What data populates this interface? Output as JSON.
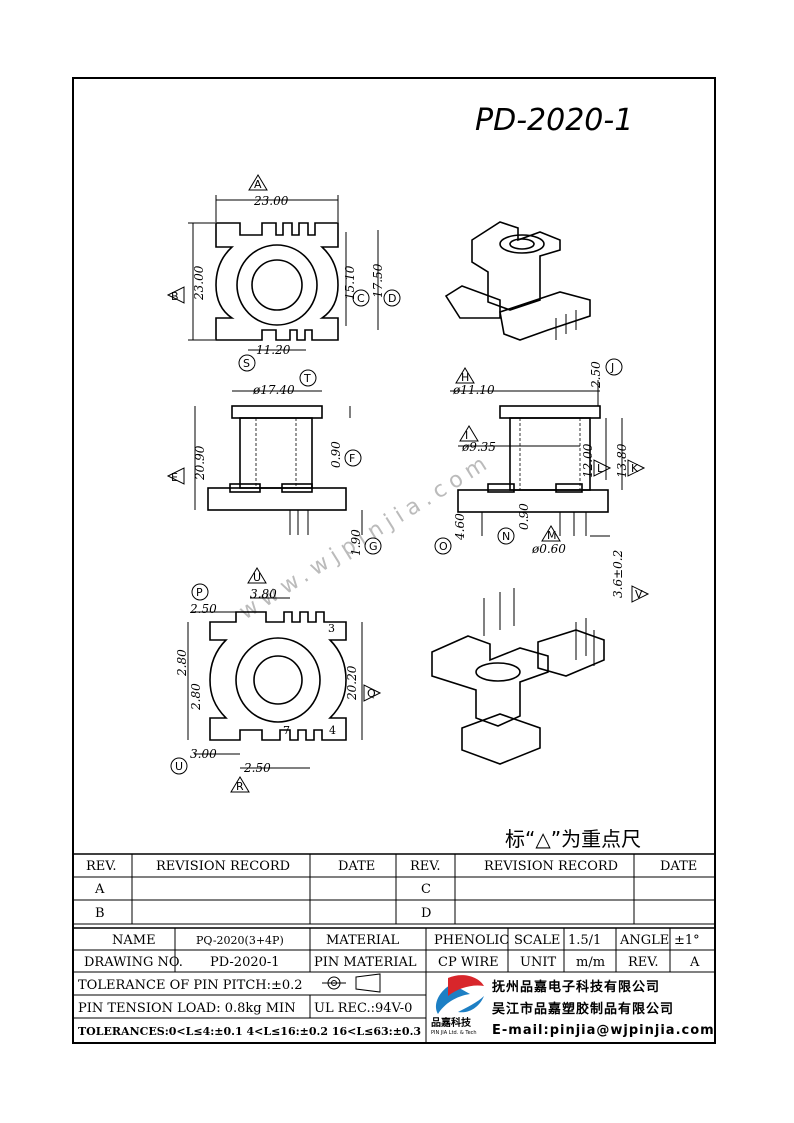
{
  "drawing": {
    "part_number": "PD-2020-1",
    "key_dimension_note": "标“△”为重点尺",
    "watermark": "www.wjpinjia.com",
    "pin_numbers": {
      "top_pin": "3",
      "bottom_left_pin": "7",
      "bottom_right_pin": "4"
    },
    "letter_tags": [
      "A",
      "B",
      "C",
      "D",
      "E",
      "F",
      "G",
      "H",
      "I",
      "J",
      "K",
      "L",
      "M",
      "N",
      "O",
      "P",
      "Q",
      "R",
      "S",
      "T",
      "U",
      "V"
    ],
    "dimensions": {
      "a_width": "23.00",
      "b_height": "23.00",
      "c_inner": "15.10",
      "d_outer": "17.50",
      "s_slot": "11.20",
      "t_flange": "ø17.40",
      "e_height": "20.90",
      "f_thickness": "0.90",
      "g_pin": "1.90",
      "h_bore": "ø11.10",
      "i_inner_bore": "ø9.35",
      "j_top": "2.50",
      "l_height": "12.00",
      "k_height": "13.80",
      "o_base": "4.60",
      "n_wall": "0.90",
      "m_pin_dia": "ø0.60",
      "v_pin_len": "3.6±0.2",
      "u_top": "3.80",
      "p_edge": "2.50",
      "pitch_upper": "2.80",
      "pitch_lower": "2.80",
      "q_span": "20.20",
      "u_bottom": "3.00",
      "r_pitch": "2.50"
    }
  },
  "revision_table": {
    "headers": [
      "REV.",
      "REVISION RECORD",
      "DATE",
      "REV.",
      "REVISION RECORD",
      "DATE"
    ],
    "rows": [
      {
        "rev_left": "A",
        "record_left": "",
        "date_left": "",
        "rev_right": "C",
        "record_right": "",
        "date_right": ""
      },
      {
        "rev_left": "B",
        "record_left": "",
        "date_left": "",
        "rev_right": "D",
        "record_right": "",
        "date_right": ""
      }
    ]
  },
  "title_block": {
    "name_label": "NAME",
    "name_value": "PQ-2020(3+4P)",
    "material_label": "MATERIAL",
    "material_value": "PHENOLIC",
    "scale_label": "SCALE",
    "scale_value": "1.5/1",
    "angle_label": "ANGLE",
    "angle_value": "±1°",
    "drawing_no_label": "DRAWING NO.",
    "drawing_no_value": "PD-2020-1",
    "pin_material_label": "PIN MATERIAL",
    "pin_material_value": "CP WIRE",
    "unit_label": "UNIT",
    "unit_value": "m/m",
    "rev_label": "REV.",
    "rev_value": "A",
    "pin_pitch_tol": "TOLERANCE OF PIN PITCH:±0.2",
    "pin_tension": "PIN TENSION LOAD: 0.8kg  MIN",
    "ul_rec": "UL REC.:94V-0",
    "tolerances": "TOLERANCES:0<L≤4:±0.1 4<L≤16:±0.2 16<L≤63:±0.3",
    "company1": "抚州品嘉电子科技有限公司",
    "company2": "吴江市品嘉塑胶制品有限公司",
    "email": "E-mail:pinjia@wjpinjia.com",
    "logo_text": "品嘉科技",
    "logo_sub": "PIN JIA Ltd. & Tech"
  }
}
